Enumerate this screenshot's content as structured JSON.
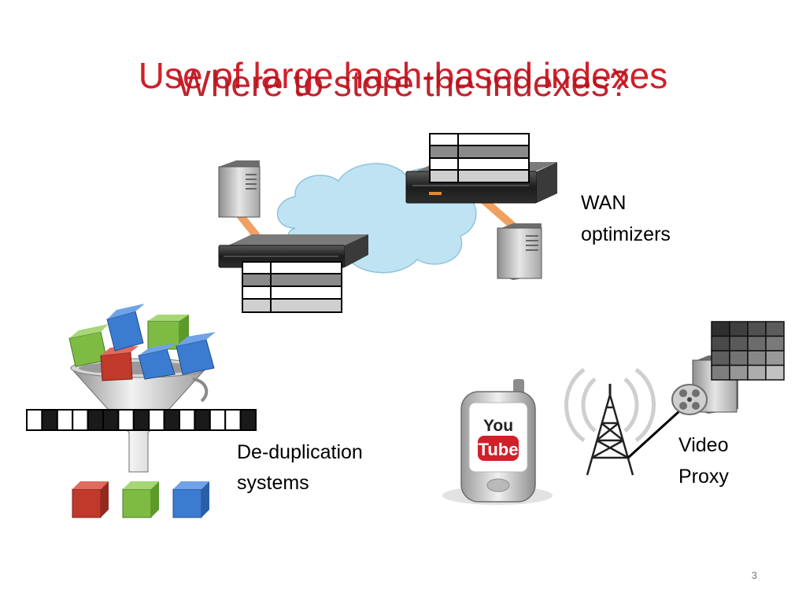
{
  "slide": {
    "title_primary": "Use of large hash-based indexes",
    "title_overlay": "Where to store the indexes?",
    "page_number": "3"
  },
  "labels": {
    "wan_line1": "WAN",
    "wan_line2": "optimizers",
    "dedup_line1": "De-duplication",
    "dedup_line2": "systems",
    "video_line1": "Video",
    "video_line2": "Proxy"
  },
  "phone_logo": {
    "top": "You",
    "bottom": "Tube"
  },
  "colors": {
    "title_red": "#d0202a",
    "link_orange": "#f0a060",
    "cloud_blue": "#bfe3f3",
    "cube_red": "#c0392b",
    "cube_green": "#7dbb42",
    "cube_blue": "#3b7bd0"
  },
  "icons": [
    "server-tower-icon",
    "wan-appliance-icon",
    "cloud-icon",
    "hash-table-icon",
    "funnel-icon",
    "cube-icon",
    "smartphone-icon",
    "radio-tower-icon",
    "film-reel-icon"
  ]
}
